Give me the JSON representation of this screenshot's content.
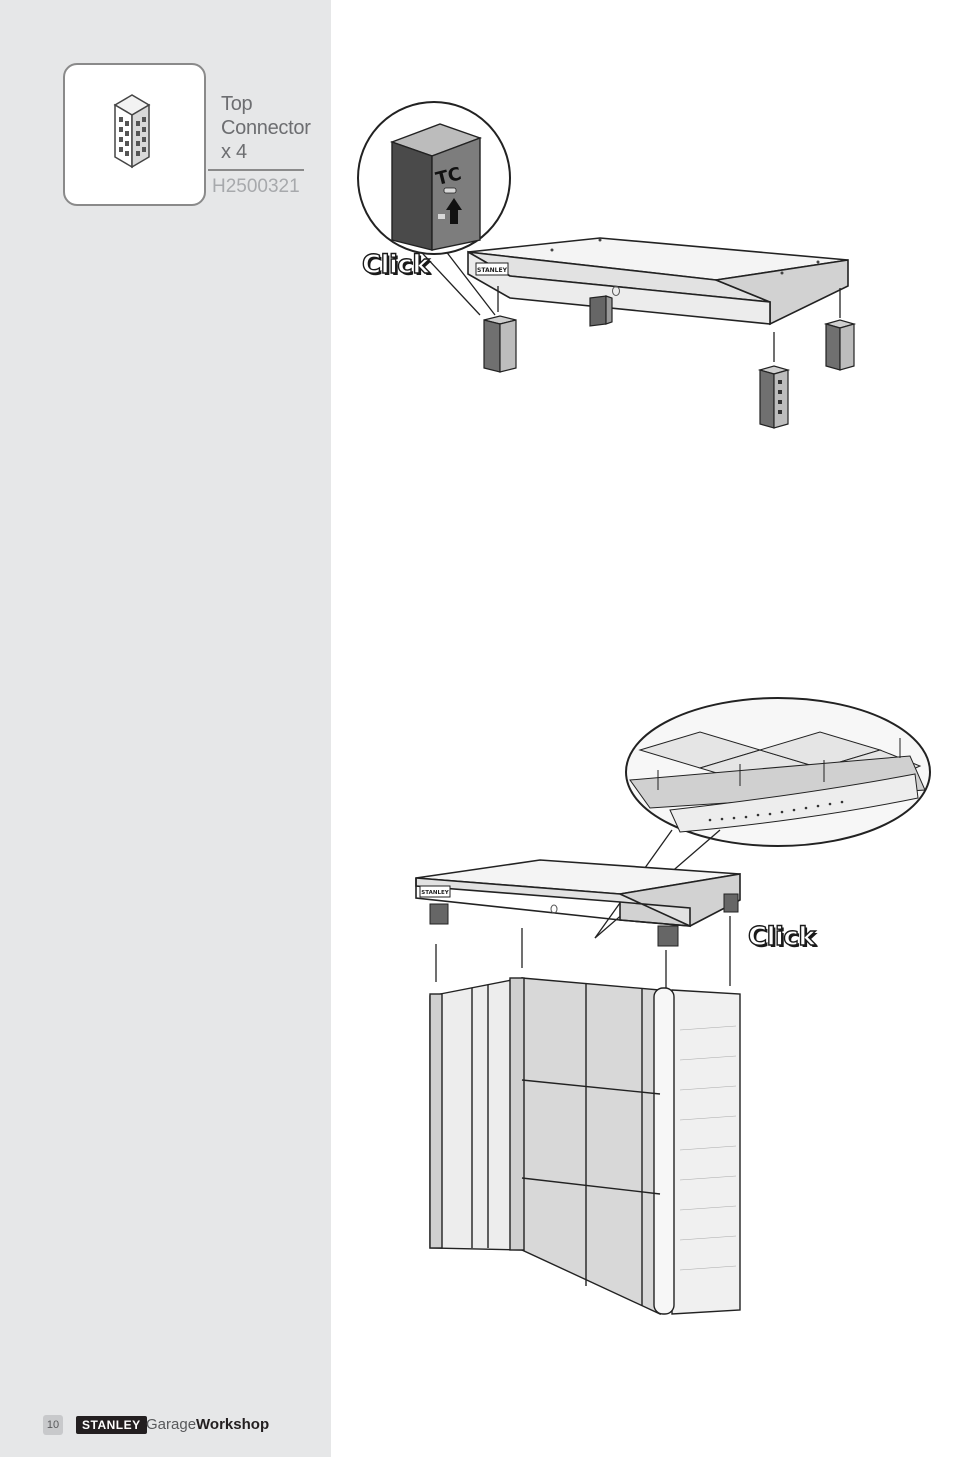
{
  "sidebar": {
    "part": {
      "icon": "top-connector-icon",
      "name_lines": [
        "Top",
        "Connector",
        "x 4"
      ],
      "code": "H2500321"
    }
  },
  "step1": {
    "click_label": "Click",
    "connector_label": "TC",
    "brand_plate": "STANLEY"
  },
  "step2": {
    "click_label": "Click",
    "brand_plate": "STANLEY"
  },
  "footer": {
    "page_number": "10",
    "brand": "STANLEY",
    "title_light": "Garage",
    "title_bold": "Workshop"
  }
}
